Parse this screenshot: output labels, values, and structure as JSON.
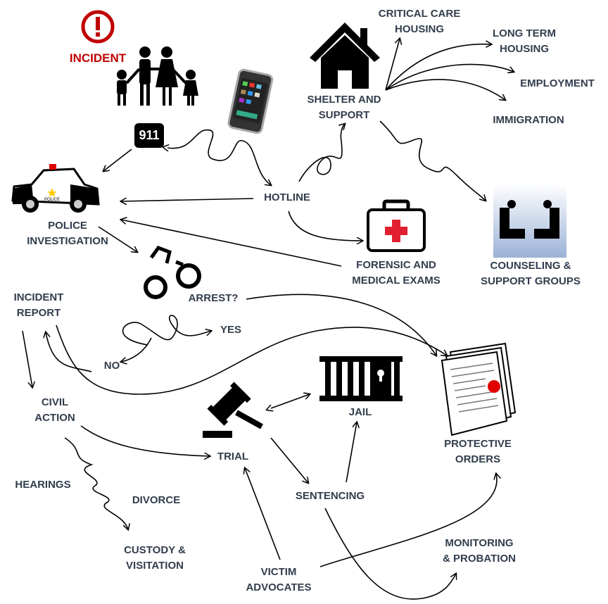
{
  "incident": "INCIDENT",
  "badge_911": "911",
  "nodes": {
    "critical_care": [
      "CRITICAL CARE",
      "HOUSING"
    ],
    "long_term": [
      "LONG TERM",
      "HOUSING"
    ],
    "employment": "EMPLOYMENT",
    "immigration": "IMMIGRATION",
    "shelter": [
      "SHELTER AND",
      "SUPPORT"
    ],
    "hotline": "HOTLINE",
    "police": [
      "POLICE",
      "INVESTIGATION"
    ],
    "forensic": [
      "FORENSIC AND",
      "MEDICAL EXAMS"
    ],
    "counseling": [
      "COUNSELING &",
      "SUPPORT GROUPS"
    ],
    "incident_report": [
      "INCIDENT",
      "REPORT"
    ],
    "arrest": "ARREST?",
    "yes": "YES",
    "no": "NO",
    "civil_action": [
      "CIVIL",
      "ACTION"
    ],
    "jail": "JAIL",
    "trial": "TRIAL",
    "protective_orders": [
      "PROTECTIVE",
      "ORDERS"
    ],
    "hearings": "HEARINGS",
    "divorce": "DIVORCE",
    "sentencing": "SENTENCING",
    "monitoring": [
      "MONITORING",
      "& PROBATION"
    ],
    "custody": [
      "CUSTODY &",
      "VISITATION"
    ],
    "victim_advocates": [
      "VICTIM",
      "ADVOCATES"
    ]
  },
  "police_car_text": "POLICE",
  "colors": {
    "text": "#323d4d",
    "incident": "#c00000",
    "stroke": "#000000"
  }
}
